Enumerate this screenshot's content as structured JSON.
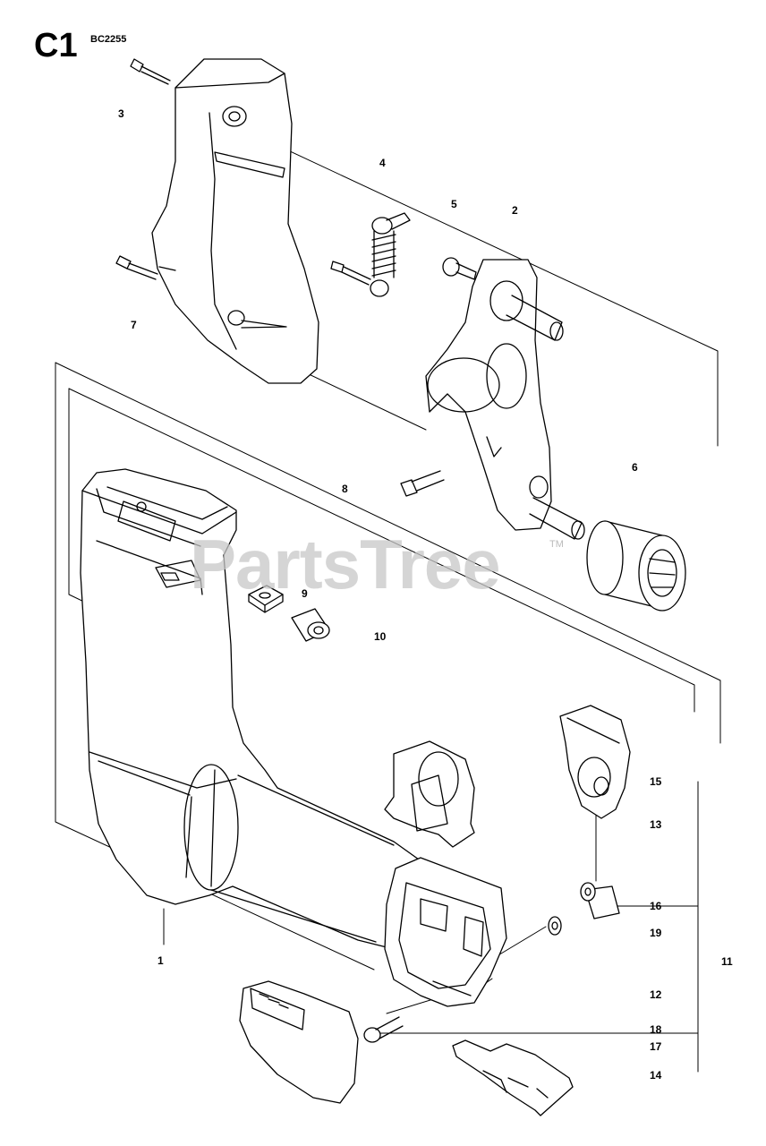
{
  "header": {
    "section_code": "C1",
    "model": "BC2255"
  },
  "watermark": {
    "text": "PartsTree",
    "mark": "TM"
  },
  "callouts": {
    "c1": "1",
    "c2": "2",
    "c3": "3",
    "c4": "4",
    "c5": "5",
    "c6": "6",
    "c7": "7",
    "c8": "8",
    "c9": "9",
    "c10": "10",
    "c11": "11",
    "c12": "12",
    "c13": "13",
    "c14": "14",
    "c15": "15",
    "c16": "16",
    "c17": "17",
    "c18": "18",
    "c19": "19"
  }
}
